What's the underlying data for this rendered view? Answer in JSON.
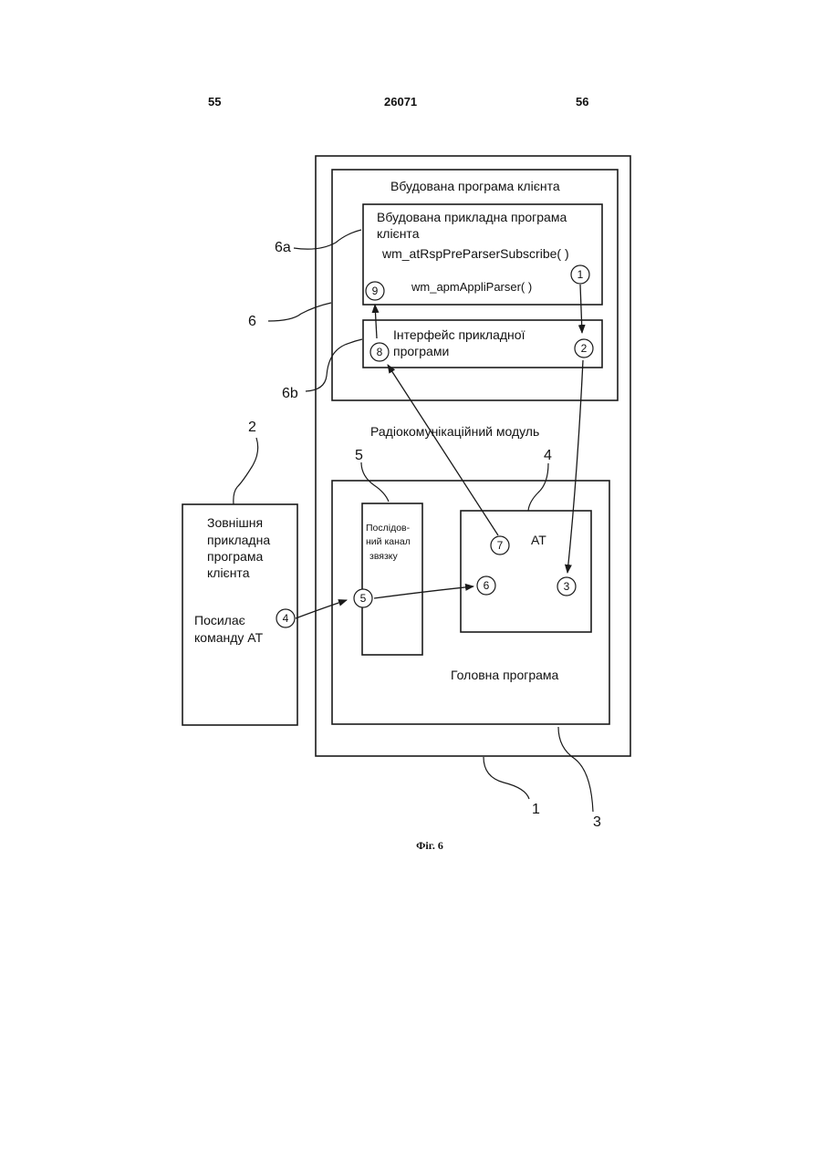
{
  "header": {
    "page_left": "55",
    "doc_number": "26071",
    "page_right": "56"
  },
  "diagram": {
    "embedded_client_program": "Вбудована програма клієнта",
    "embedded_app_program_line1": "Вбудована прикладна програма",
    "embedded_app_program_line2": "клієнта",
    "func_subscribe": "wm_atRspPreParserSubscribe( )",
    "func_parser": "wm_apmAppliParser( )",
    "app_interface_line1": "Інтерфейс прикладної",
    "app_interface_line2": "програми",
    "radio_module": "Радіокомунікаційний модуль",
    "serial_line1": "Послідов-",
    "serial_line2": "ний канал",
    "serial_line3": "звязку",
    "at_label": "AT",
    "main_program": "Головна програма",
    "external_line1": "Зовнішня",
    "external_line2": "прикладна",
    "external_line3": "програма",
    "external_line4": "клієнта",
    "sends_line1": "Посилає",
    "sends_line2": "команду AT",
    "refs": {
      "r1": "1",
      "r2": "2",
      "r3": "3",
      "r4": "4",
      "r5": "5",
      "r6": "6",
      "r6a": "6a",
      "r6b": "6b"
    },
    "steps": {
      "s1": "1",
      "s2": "2",
      "s3": "3",
      "s4": "4",
      "s5": "5",
      "s6": "6",
      "s7": "7",
      "s8": "8",
      "s9": "9"
    }
  },
  "caption": "Фіг. 6"
}
